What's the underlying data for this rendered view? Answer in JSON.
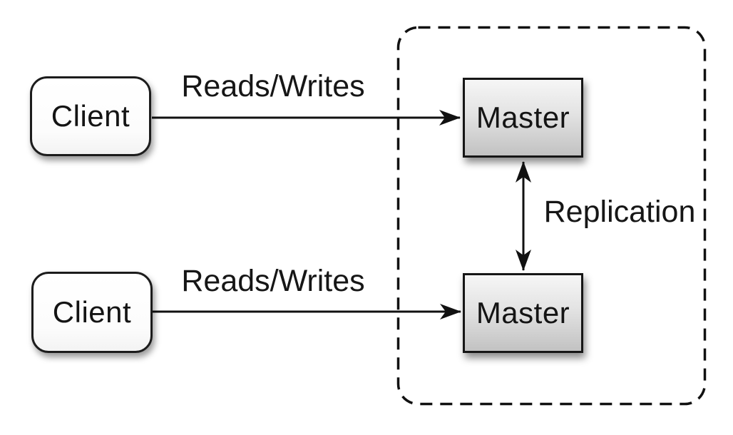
{
  "diagram": {
    "clients": [
      {
        "label": "Client"
      },
      {
        "label": "Client"
      }
    ],
    "masters": [
      {
        "label": "Master"
      },
      {
        "label": "Master"
      }
    ],
    "edges": {
      "reads_writes_top": "Reads/Writes",
      "reads_writes_bottom": "Reads/Writes",
      "replication": "Replication"
    },
    "colors": {
      "background": "#ffffff",
      "line": "#111111",
      "node_border": "#1c1c1c",
      "client_fill": "#ffffff",
      "master_fill_top": "#f6f6f6",
      "master_fill_bottom": "#c2c2c2",
      "text": "#151515"
    }
  }
}
